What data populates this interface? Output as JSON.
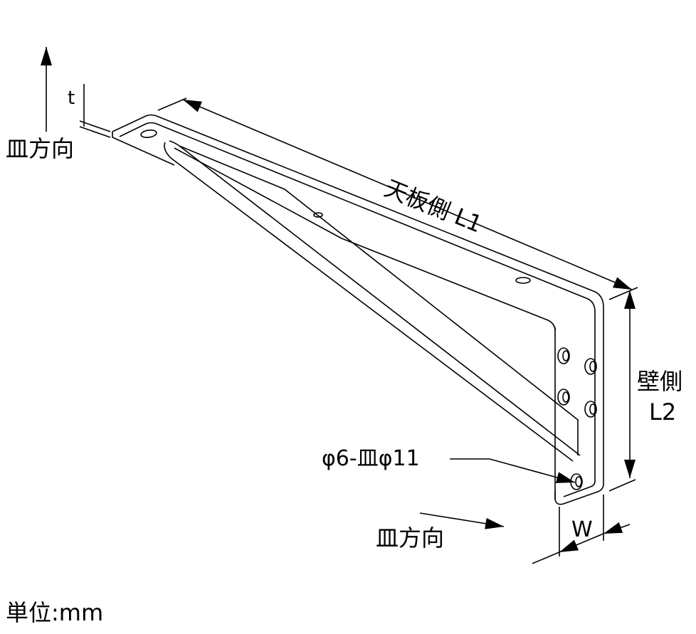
{
  "labels": {
    "thickness": "t",
    "countersink_direction_top": "皿方向",
    "top_side_length": "天板側 L1",
    "wall_side": "壁側",
    "wall_side_length": "L2",
    "hole_spec": "φ6-皿φ11",
    "width": "W",
    "countersink_direction_bottom": "皿方向",
    "unit": "単位:mm"
  },
  "colors": {
    "line": "#000000",
    "background": "#ffffff"
  }
}
